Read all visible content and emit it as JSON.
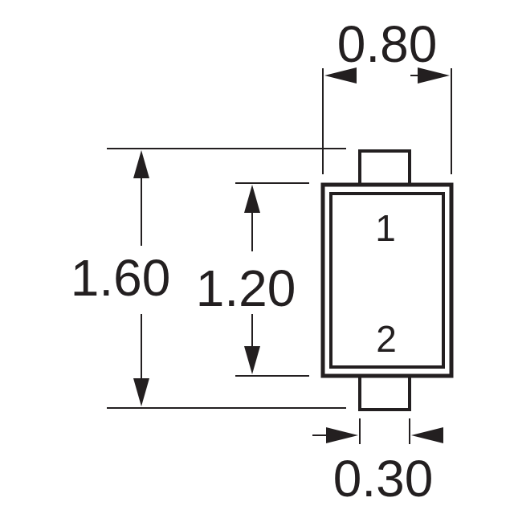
{
  "colors": {
    "line": "#231f20",
    "background": "#ffffff"
  },
  "dimensions": {
    "top_width": "0.80",
    "overall_height": "1.60",
    "body_height": "1.20",
    "lead_width": "0.30"
  },
  "pins": {
    "pin1": "1",
    "pin2": "2"
  }
}
